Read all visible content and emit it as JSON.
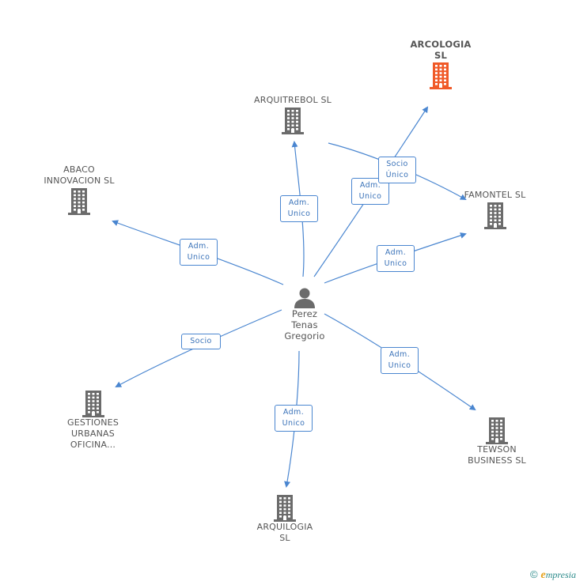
{
  "center": {
    "name": "Perez\nTenas\nGregorio",
    "icon": "person-icon"
  },
  "companies": [
    {
      "id": "arcologia",
      "name": "ARCOLOGIA\nSL",
      "highlight": true,
      "icon": "building-icon",
      "color": "#f05a28"
    },
    {
      "id": "arquitrebol",
      "name": "ARQUITREBOL SL",
      "icon": "building-icon",
      "color": "#6b6b6b"
    },
    {
      "id": "abaco",
      "name": "ABACO\nINNOVACION SL",
      "icon": "building-icon",
      "color": "#6b6b6b"
    },
    {
      "id": "famontel",
      "name": "FAMONTEL SL",
      "icon": "building-icon",
      "color": "#6b6b6b"
    },
    {
      "id": "gestiones",
      "name": "GESTIONES\nURBANAS\nOFICINA...",
      "icon": "building-icon",
      "color": "#6b6b6b"
    },
    {
      "id": "tewson",
      "name": "TEWSON\nBUSINESS SL",
      "icon": "building-icon",
      "color": "#6b6b6b"
    },
    {
      "id": "arquilogia",
      "name": "ARQUILOGIA\nSL",
      "icon": "building-icon",
      "color": "#6b6b6b"
    }
  ],
  "relations": [
    {
      "to": "arquitrebol",
      "label": "Adm.\nUnico"
    },
    {
      "to": "arcologia",
      "label": "Adm.\nUnico"
    },
    {
      "from": "arquitrebol",
      "to": "famontel",
      "label": "Socio\nÚnico"
    },
    {
      "to": "abaco",
      "label": "Adm.\nUnico"
    },
    {
      "to": "famontel",
      "label": "Adm.\nUnico"
    },
    {
      "to": "gestiones",
      "label": "Socio"
    },
    {
      "to": "tewson",
      "label": "Adm.\nUnico"
    },
    {
      "to": "arquilogia",
      "label": "Adm.\nUnico"
    }
  ],
  "colors": {
    "edge": "#4a86d0",
    "label_text": "#3b73b9",
    "node_text": "#555555",
    "icon": "#6b6b6b",
    "highlight": "#f05a28"
  },
  "footer": {
    "copyright": "©",
    "brand_initial": "e",
    "brand_rest": "mpresia"
  }
}
